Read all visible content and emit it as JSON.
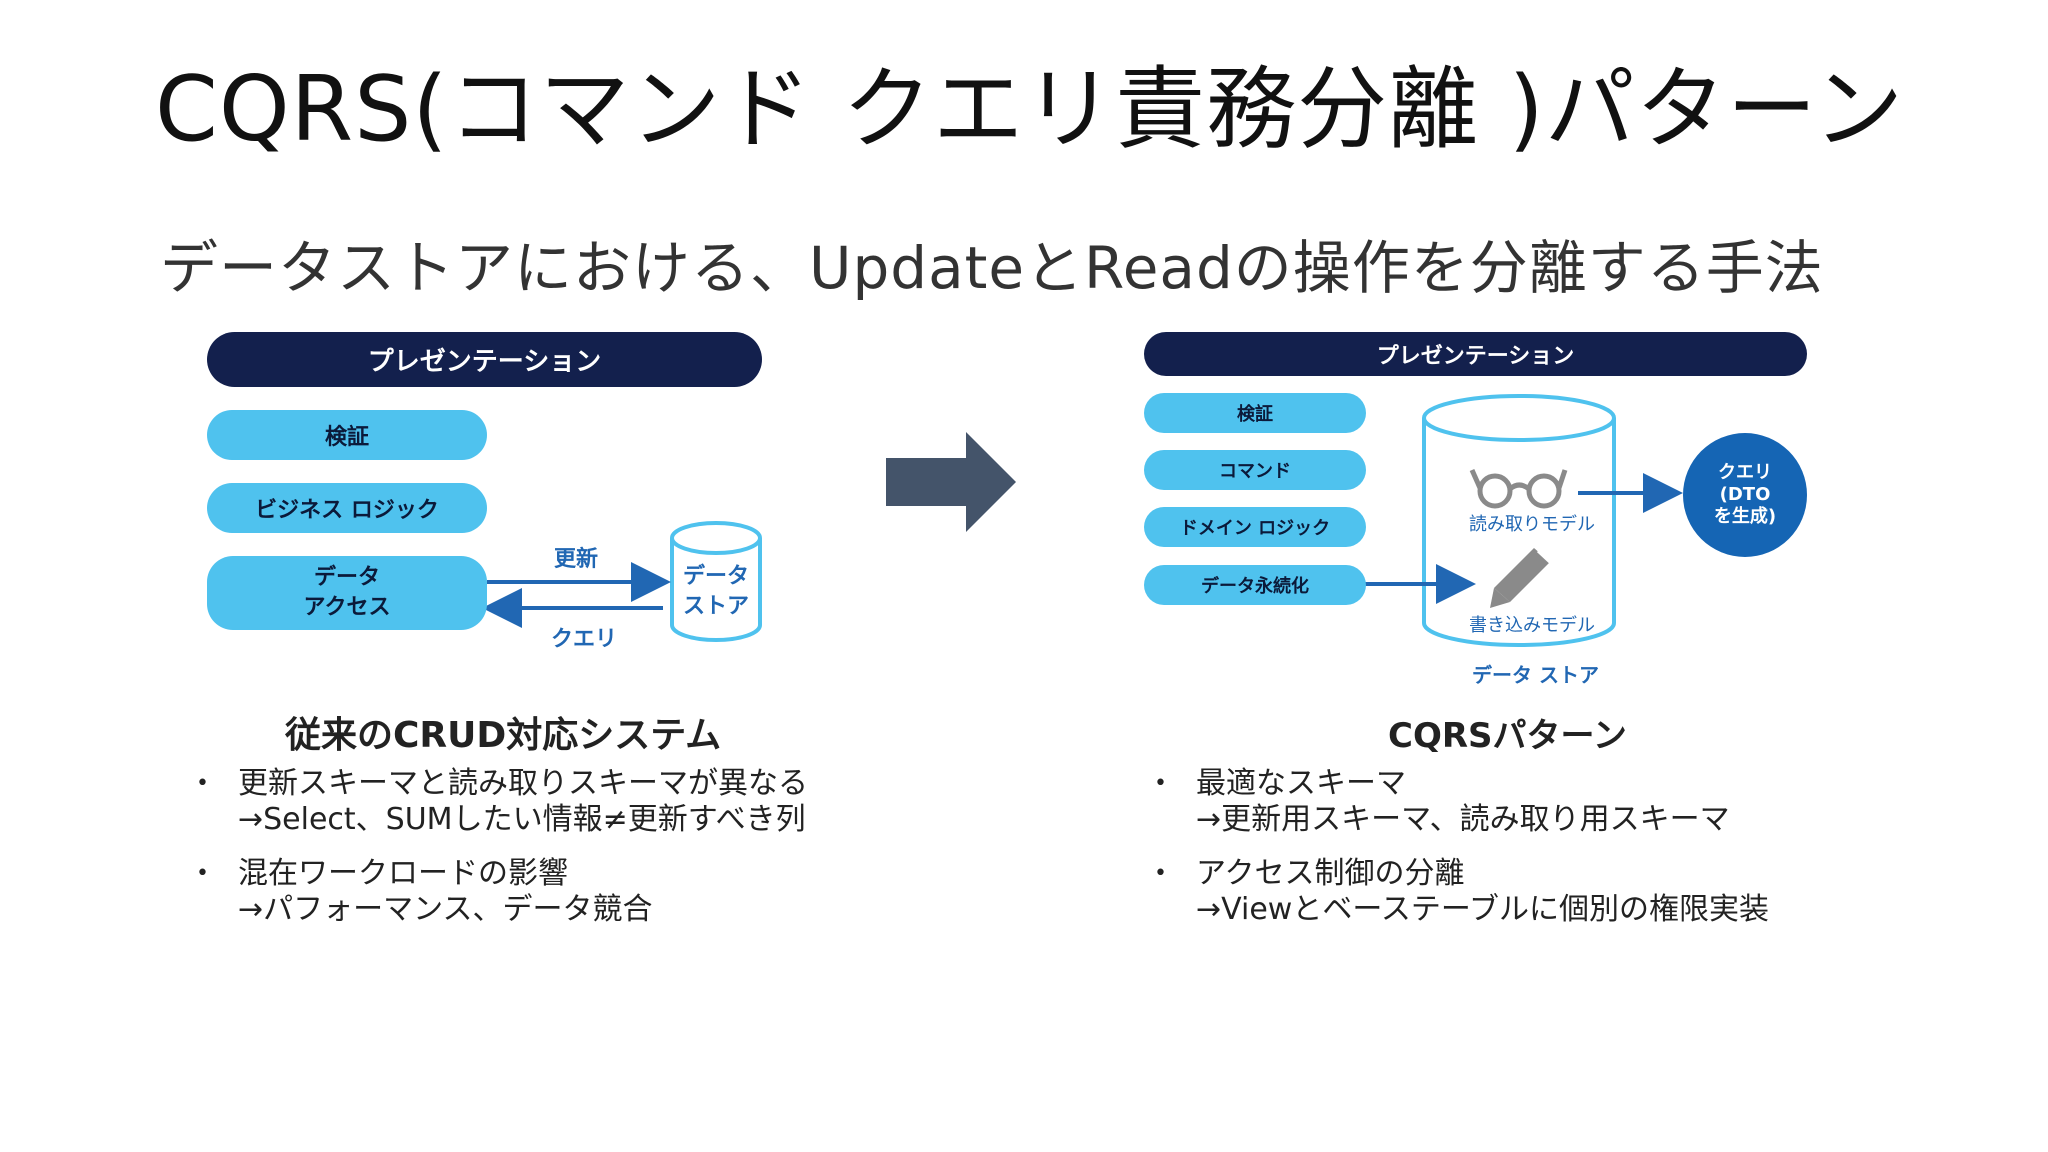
{
  "slide": {
    "title": "CQRS(コマンド クエリ責務分離 )パターン",
    "subtitle": "データストアにおける、UpdateとReadの操作を分離する手法"
  },
  "left_diagram": {
    "presentation": "プレゼンテーション",
    "validation": "検証",
    "business_logic": "ビジネス ロジック",
    "data_access_line1": "データ",
    "data_access_line2": "アクセス",
    "update_label": "更新",
    "query_label": "クエリ",
    "store_line1": "データ",
    "store_line2": "ストア",
    "caption": "従来のCRUD対応システム",
    "bullets": [
      {
        "line1": "更新スキーマと読み取りスキーマが異なる",
        "line2": "→Select、SUMしたい情報≠更新すべき列"
      },
      {
        "line1": "混在ワークロードの影響",
        "line2": "→パフォーマンス、データ競合"
      }
    ]
  },
  "right_diagram": {
    "presentation": "プレゼンテーション",
    "validation": "検証",
    "command": "コマンド",
    "domain_logic": "ドメイン ロジック",
    "persistence": "データ永続化",
    "read_model": "読み取りモデル",
    "write_model": "書き込みモデル",
    "store_label": "データ ストア",
    "query_line1": "クエリ",
    "query_line2": "(DTO",
    "query_line3": "を生成)",
    "caption": "CQRSパターン",
    "bullets": [
      {
        "line1": "最適なスキーマ",
        "line2": "→更新用スキーマ、読み取り用スキーマ"
      },
      {
        "line1": "アクセス制御の分離",
        "line2": "→Viewとベーステーブルに個別の権限実装"
      }
    ]
  },
  "colors": {
    "navy": "#13204d",
    "light_blue": "#4fc2ee",
    "arrow_blue": "#2167b3",
    "query_circle": "#1565b4",
    "big_arrow": "#44546a"
  }
}
